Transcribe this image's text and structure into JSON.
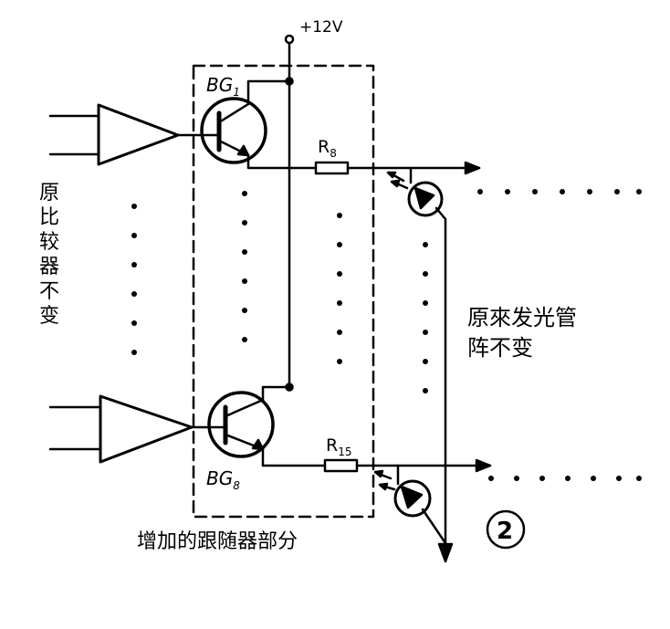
{
  "supply_label": "+12V",
  "transistor_top": {
    "name": "BG",
    "sub": "1"
  },
  "transistor_bottom": {
    "name": "BG",
    "sub": "8"
  },
  "resistor_top": {
    "name": "R",
    "sub": "8"
  },
  "resistor_bottom": {
    "name": "R",
    "sub": "15"
  },
  "left_label_chars": [
    "原",
    "比",
    "较",
    "器",
    "不",
    "变"
  ],
  "right_label_line1": "原來发光管",
  "right_label_line2": "阵不变",
  "bottom_label": "增加的跟随器部分",
  "figure_number": "2"
}
